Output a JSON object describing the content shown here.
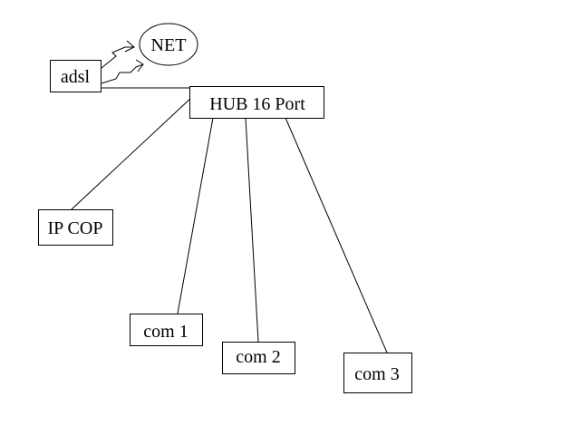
{
  "diagram": {
    "nodes": {
      "net": {
        "label": "NET"
      },
      "adsl": {
        "label": "adsl"
      },
      "hub": {
        "label": "HUB 16 Port"
      },
      "ipcop": {
        "label": "IP COP"
      },
      "com1": {
        "label": "com 1"
      },
      "com2": {
        "label": "com 2"
      },
      "com3": {
        "label": "com 3"
      }
    }
  },
  "colors": {
    "background": "#ffffff",
    "stroke": "#000000",
    "text": "#000000"
  }
}
